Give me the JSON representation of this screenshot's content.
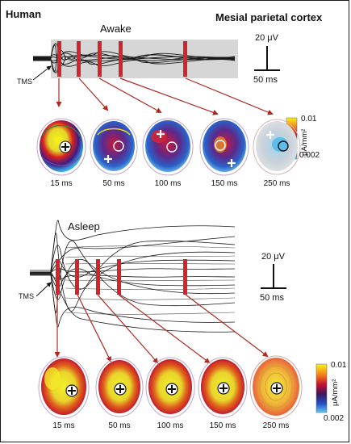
{
  "figure": {
    "species_label": "Human",
    "region_label": "Mesial parietal cortex",
    "panels": [
      {
        "condition": "Awake",
        "stim_label": "TMS",
        "scale_voltage": "20 μV",
        "scale_time": "50 ms",
        "colorbar_max": "0.01",
        "colorbar_min": "0.002",
        "colorbar_unit": "μA/mm²",
        "snapshot_times": [
          "15 ms",
          "50 ms",
          "100 ms",
          "150 ms",
          "250 ms"
        ]
      },
      {
        "condition": "Asleep",
        "stim_label": "TMS",
        "scale_voltage": "20 μV",
        "scale_time": "50 ms",
        "colorbar_max": "0.01",
        "colorbar_min": "0.002",
        "colorbar_unit": "μA/mm²",
        "snapshot_times": [
          "15 ms",
          "50 ms",
          "100 ms",
          "150 ms",
          "250 ms"
        ]
      }
    ]
  }
}
